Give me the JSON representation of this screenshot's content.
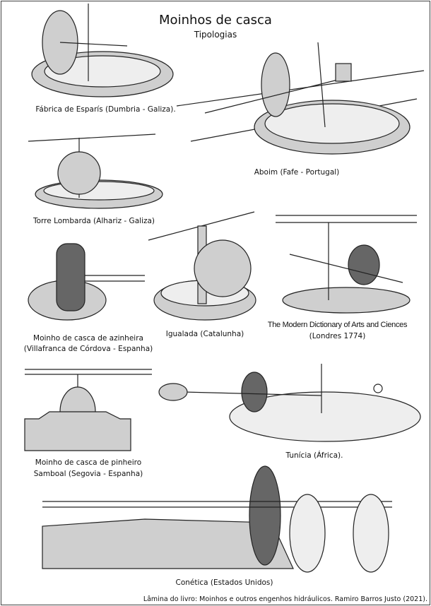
{
  "title": "Moinhos de casca",
  "subtitle": "Tipologias",
  "plates": [
    {
      "caption": [
        "Fábrica de Esparís (Dumbria - Galiza)."
      ]
    },
    {
      "caption": [
        "Aboim (Fafe - Portugal)"
      ]
    },
    {
      "caption": [
        "Torre Lombarda (Alhariz - Galiza)"
      ]
    },
    {
      "caption": [
        "Moinho de casca de azinheira",
        "(Villafranca de Córdova - Espanha)"
      ]
    },
    {
      "caption": [
        "Igualada (Catalunha)"
      ]
    },
    {
      "caption": [
        "The Modern Dictionary of Arts and Ciences",
        "(Londres 1774)"
      ]
    },
    {
      "caption": [
        "Moinho de casca de pinheiro",
        "Samboal (Segovia - Espanha)"
      ]
    },
    {
      "caption": [
        "Tunícia (África)."
      ]
    },
    {
      "caption": [
        "Conética (Estados Unidos)"
      ]
    }
  ],
  "footer": "Lâmina do livro: Moinhos e outros engenhos hidráulicos. Ramiro Barros Justo (2021)."
}
